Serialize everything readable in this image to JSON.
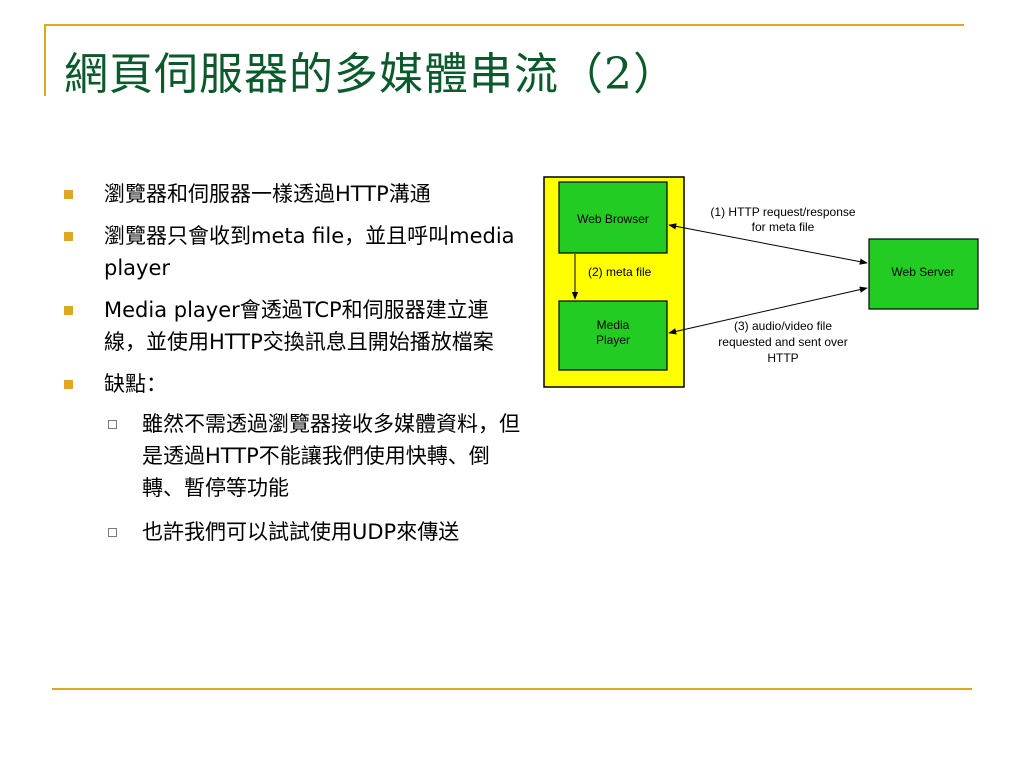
{
  "slide": {
    "title": "網頁伺服器的多媒體串流（2）",
    "bullets": [
      {
        "text": "瀏覽器和伺服器一樣透過HTTP溝通"
      },
      {
        "text": "瀏覽器只會收到meta file，並且呼叫media player"
      },
      {
        "text": "Media player會透過TCP和伺服器建立連線，並使用HTTP交換訊息且開始播放檔案"
      },
      {
        "text": "缺點："
      }
    ],
    "sub_bullets": [
      {
        "text": "雖然不需透過瀏覽器接收多媒體資料，但是透過HTTP不能讓我們使用快轉、倒轉、暫停等功能"
      },
      {
        "text": "也許我們可以試試使用UDP來傳送"
      }
    ]
  },
  "diagram": {
    "web_browser_label": "Web Browser",
    "media_player_label_line1": "Media",
    "media_player_label_line2": "Player",
    "web_server_label": "Web Server",
    "arrow1_label_line1": "(1) HTTP request/response",
    "arrow1_label_line2": "for meta file",
    "arrow2_label": "(2)  meta file",
    "arrow3_label_line1": "(3) audio/video file",
    "arrow3_label_line2": "requested and sent over",
    "arrow3_label_line3": "HTTP",
    "colors": {
      "client_area": "#ffff00",
      "box_fill": "#22cc22",
      "outline": "#000000"
    }
  },
  "theme": {
    "accent": "#e0a820",
    "title_color": "#0a5a2c"
  }
}
